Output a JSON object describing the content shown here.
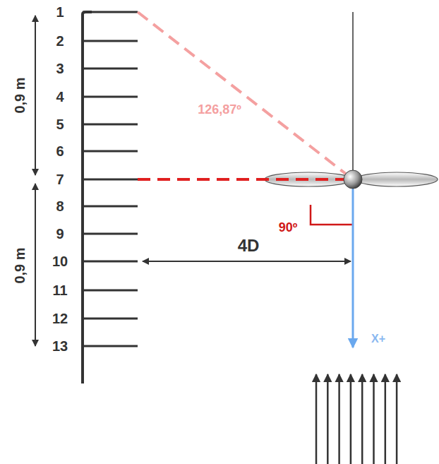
{
  "diagram": {
    "labels": [
      "1",
      "2",
      "3",
      "4",
      "5",
      "6",
      "7",
      "8",
      "9",
      "10",
      "11",
      "12",
      "13",
      "0,9 m",
      "0,9 m",
      "126,87º",
      "90º",
      "4D",
      "X+"
    ]
  }
}
